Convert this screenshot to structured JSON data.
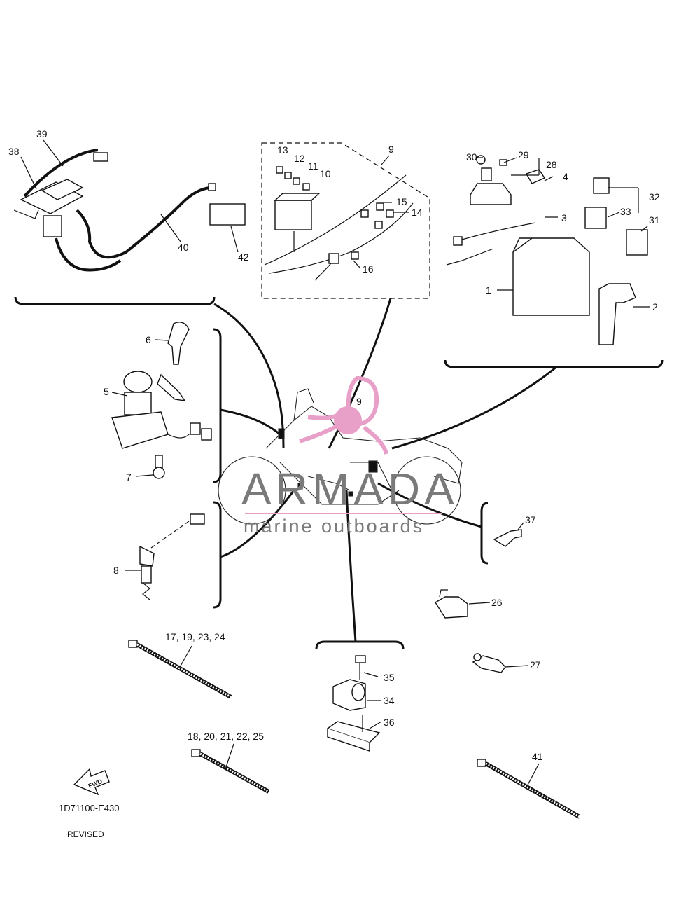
{
  "diagram": {
    "labels": {
      "l1": "1",
      "l2": "2",
      "l3": "3",
      "l4": "4",
      "l5": "5",
      "l6": "6",
      "l7": "7",
      "l8": "8",
      "l9a": "9",
      "l9b": "9",
      "l10": "10",
      "l11": "11",
      "l12": "12",
      "l13": "13",
      "l14": "14",
      "l15": "15",
      "l16": "16",
      "l17": "17, 19, 23, 24",
      "l18": "18, 20, 21, 22, 25",
      "l26": "26",
      "l27": "27",
      "l28": "28",
      "l29": "29",
      "l30": "30",
      "l31": "31",
      "l32": "32",
      "l33": "33",
      "l34": "34",
      "l35": "35",
      "l36": "36",
      "l37": "37",
      "l38": "38",
      "l39": "39",
      "l40": "40",
      "l41": "41",
      "l42": "42"
    },
    "fwd_label": "FWD"
  },
  "watermark": {
    "brand": "ARMADA",
    "tagline": "marine outboards",
    "logo_color": "#e8a0c8"
  },
  "footer": {
    "code": "1D71100-E430",
    "status": "REVISED"
  }
}
